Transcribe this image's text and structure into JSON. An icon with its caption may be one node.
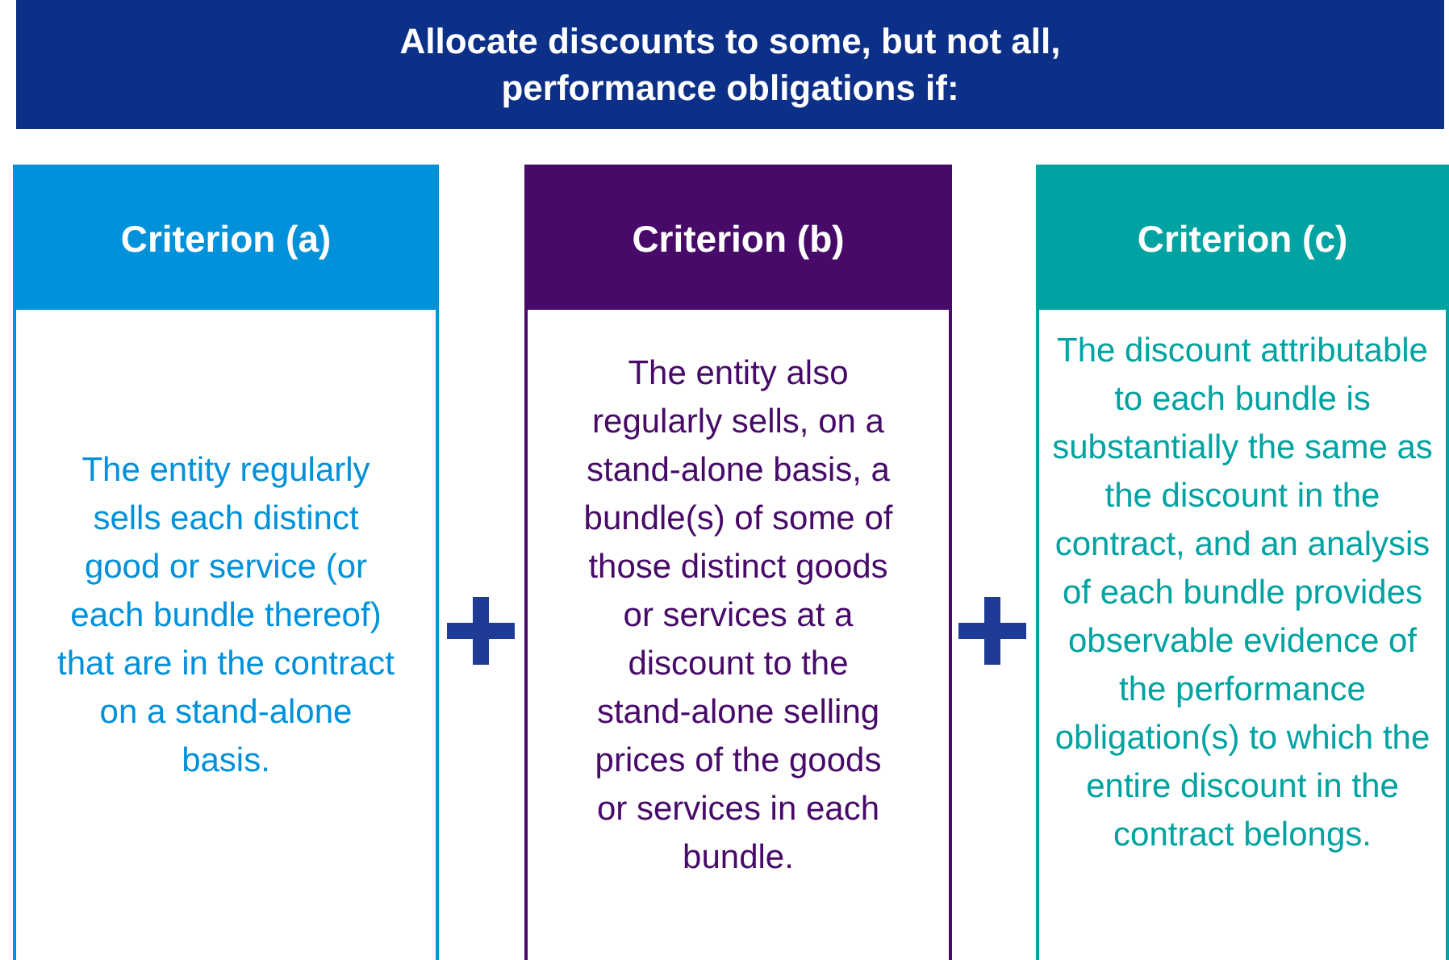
{
  "diagram": {
    "nodes": [
      {
        "text": [
          "Allocate discounts to some, but not all, performance obligations if:"
        ]
      },
      {
        "text": [
          "Criterion (a)",
          "The entity regularly sells each distinct good or service (or each bundle thereof) that are in the contract on a stand-alone basis."
        ]
      },
      {
        "text": [
          "Criterion (b)",
          "The entity also regularly sells, on a stand-alone basis, a bundle(s) of some of those distinct goods or services at a discount to the stand-alone selling prices of the goods or services in each bundle."
        ]
      },
      {
        "text": [
          "Criterion (c)",
          "The discount attributable to each bundle is substantially the same as the discount in the contract, and an analysis of each bundle provides observable evidence of the performance obligation(s) to which the entire discount in the contract belongs."
        ]
      }
    ]
  }
}
